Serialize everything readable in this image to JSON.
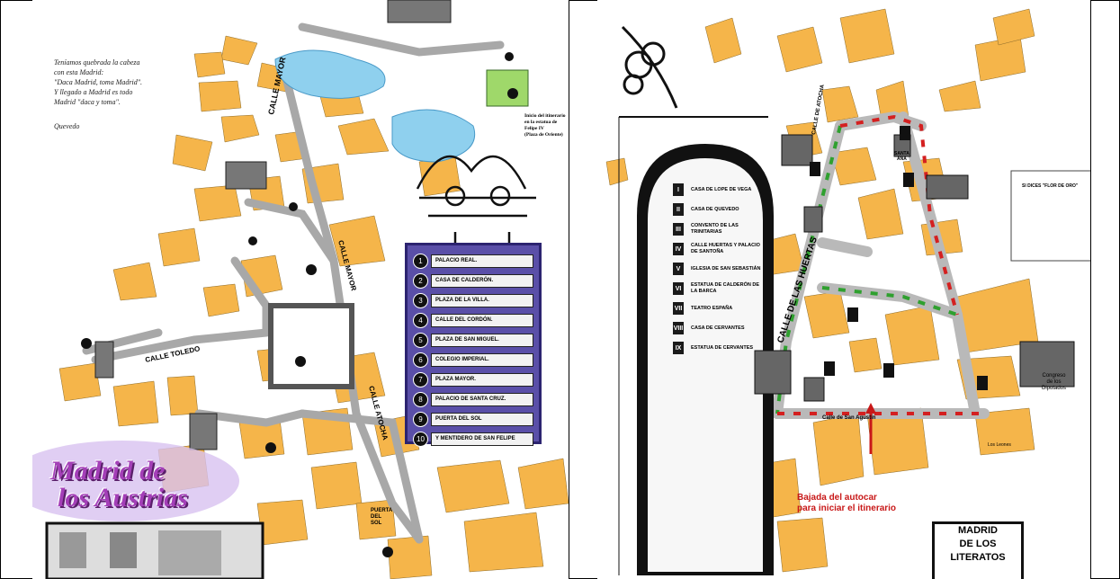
{
  "left_map": {
    "quote_lines": "Teníamos quebrada la cabeza\ncon esta Madrid:\n\"Daca Madrid, toma Madrid\".\nY llegado a Madrid es todo\nMadrid \"daca y toma\".",
    "quote_author": "Quevedo",
    "start_note": "Inicio del itinerario\nen la estatua de\nFelipe IV\n(Plaza de Oriente)",
    "streets": {
      "calle_mayor": "CALLE MAYOR",
      "calle_toledo": "CALLE TOLEDO",
      "calle_atocha": "CALLE ATOCHA",
      "calle_mayor2": "CALLE MAYOR"
    },
    "title_line1": "Madrid  de",
    "title_line2": "los Austrias",
    "puerta_label": "PUERTA\nDEL\nSOL",
    "legend": [
      {
        "num": "1",
        "label": "PALACIO REAL."
      },
      {
        "num": "2",
        "label": "CASA DE CALDERÓN."
      },
      {
        "num": "3",
        "label": "PLAZA DE LA VILLA."
      },
      {
        "num": "4",
        "label": "CALLE DEL CORDÓN."
      },
      {
        "num": "5",
        "label": "PLAZA DE SAN MIGUEL."
      },
      {
        "num": "6",
        "label": "COLEGIO IMPERIAL."
      },
      {
        "num": "7",
        "label": "PLAZA MAYOR."
      },
      {
        "num": "8",
        "label": "PALACIO DE SANTA CRUZ."
      },
      {
        "num": "9",
        "label": "PUERTA DEL SOL"
      },
      {
        "num": "10",
        "label": "Y MENTIDERO DE SAN FELIPE"
      }
    ]
  },
  "right_map": {
    "legend": [
      {
        "icon": "I",
        "label": "CASA DE LOPE DE VEGA"
      },
      {
        "icon": "II",
        "label": "CASA DE QUEVEDO"
      },
      {
        "icon": "III",
        "label": "CONVENTO DE LAS TRINITARIAS"
      },
      {
        "icon": "IV",
        "label": "CALLE HUERTAS Y PALACIO DE SANTOÑA"
      },
      {
        "icon": "V",
        "label": "IGLESIA DE SAN SEBASTIÁN"
      },
      {
        "icon": "VI",
        "label": "ESTATUA DE CALDERÓN DE LA BARCA"
      },
      {
        "icon": "VII",
        "label": "TEATRO ESPAÑA"
      },
      {
        "icon": "VIII",
        "label": "CASA DE CERVANTES"
      },
      {
        "icon": "IX",
        "label": "ESTATUA DE CERVANTES"
      }
    ],
    "streets": {
      "huertas": "CALLE DE LAS HUERTAS",
      "atocha": "CALLE DE ATOCHA",
      "san_agustin": "Calle de San Agustín",
      "santa_ana": "SANTA\nANA"
    },
    "bajada_caption": "Bajada del autocar\npara iniciar el itinerario",
    "congreso_label": "Congreso\nde los\nDiputados",
    "leones_label": "Los Leones",
    "sign_lines": [
      "MADRID",
      "DE LOS",
      "LITERATOS"
    ],
    "note_title": "SI DICES\n\"FLOR DE ORO\"",
    "colors": {
      "block": "#f5b54a",
      "street": "#b9b9b9",
      "route_green": "#2fa02f",
      "route_red": "#d42020"
    }
  }
}
